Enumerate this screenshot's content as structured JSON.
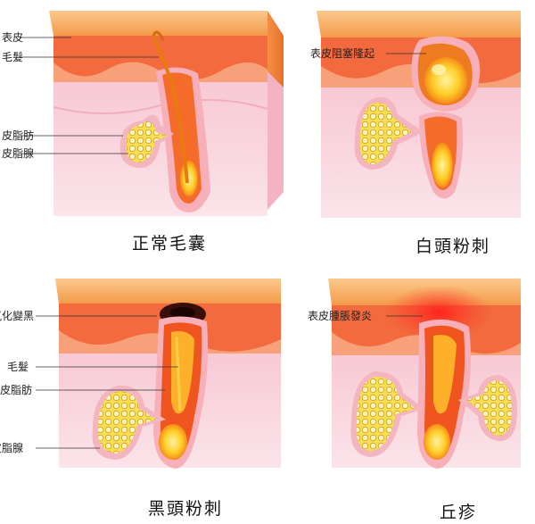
{
  "panels": {
    "normal": {
      "caption": "正常毛囊",
      "labels": [
        "表皮",
        "毛髮",
        "皮脂肪",
        "皮脂腺"
      ]
    },
    "whitehead": {
      "caption": "白頭粉刺",
      "labels": [
        "表皮阻塞隆起"
      ]
    },
    "blackhead": {
      "caption": "黑頭粉刺",
      "labels": [
        "氧化變黑",
        "毛髮",
        "皮脂肪",
        "皮脂腺"
      ]
    },
    "papule": {
      "caption": "丘疹",
      "labels": [
        "表皮腫脹發炎"
      ]
    }
  },
  "colors": {
    "epidermis_top": "#f7a253",
    "skin_red": "#f15a3a",
    "dermis": "#f7d3dd",
    "gland_yellow": "#f6df55",
    "follicle_orange": "#f07a1a",
    "core_yellow": "#ffe24a",
    "oxidized": "#3a0e0a"
  }
}
